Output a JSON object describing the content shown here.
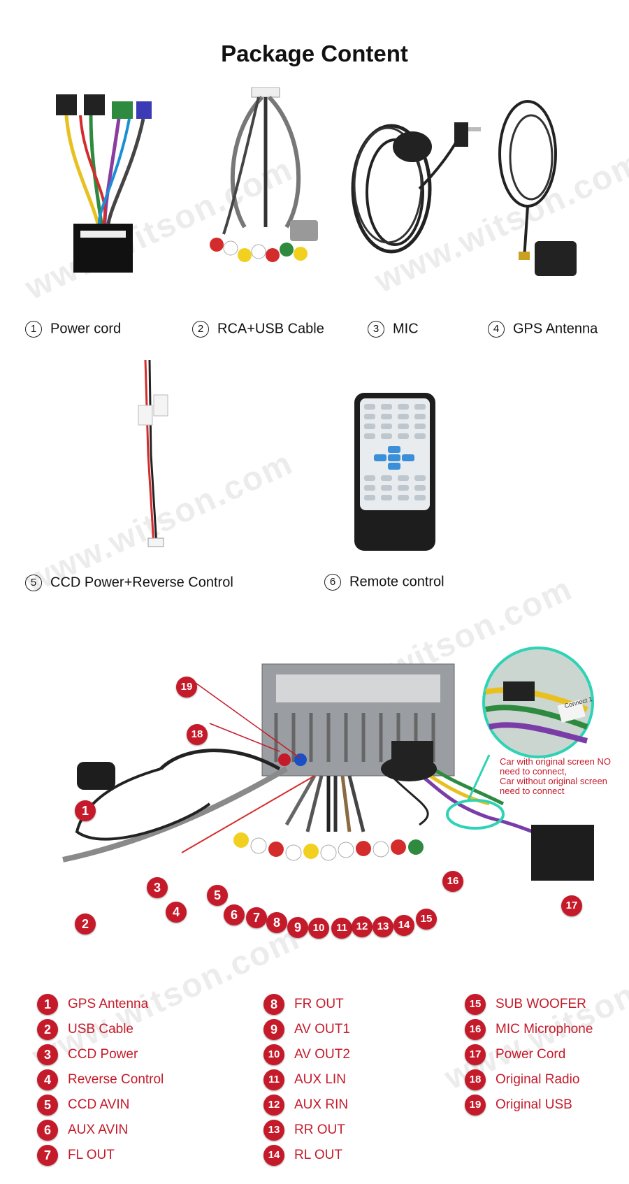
{
  "title": "Package Content",
  "items": [
    {
      "num": "1",
      "label": "Power cord"
    },
    {
      "num": "2",
      "label": "RCA+USB Cable"
    },
    {
      "num": "3",
      "label": "MIC"
    },
    {
      "num": "4",
      "label": "GPS Antenna"
    },
    {
      "num": "5",
      "label": "CCD Power+Reverse Control"
    },
    {
      "num": "6",
      "label": "Remote control"
    }
  ],
  "watermark": "www.witson.com",
  "diagram": {
    "note": [
      "Car with original screen NO",
      "need to connect,",
      "Car without original screen",
      "need to connect"
    ],
    "sticker": "Connect 1",
    "badges": [
      "1",
      "2",
      "3",
      "4",
      "5",
      "6",
      "7",
      "8",
      "9",
      "10",
      "11",
      "12",
      "13",
      "14",
      "15",
      "16",
      "17",
      "18",
      "19"
    ]
  },
  "legend": {
    "col1": [
      {
        "num": "1",
        "label": "GPS Antenna"
      },
      {
        "num": "2",
        "label": "USB Cable"
      },
      {
        "num": "3",
        "label": "CCD Power"
      },
      {
        "num": "4",
        "label": "Reverse Control"
      },
      {
        "num": "5",
        "label": "CCD AVIN"
      },
      {
        "num": "6",
        "label": "AUX AVIN"
      },
      {
        "num": "7",
        "label": "FL OUT"
      }
    ],
    "col2": [
      {
        "num": "8",
        "label": "FR OUT"
      },
      {
        "num": "9",
        "label": "AV OUT1"
      },
      {
        "num": "10",
        "label": "AV OUT2"
      },
      {
        "num": "11",
        "label": "AUX LIN"
      },
      {
        "num": "12",
        "label": "AUX RIN"
      },
      {
        "num": "13",
        "label": "RR OUT"
      },
      {
        "num": "14",
        "label": "RL OUT"
      }
    ],
    "col3": [
      {
        "num": "15",
        "label": "SUB WOOFER"
      },
      {
        "num": "16",
        "label": "MIC Microphone"
      },
      {
        "num": "17",
        "label": "Power Cord"
      },
      {
        "num": "18",
        "label": "Original Radio"
      },
      {
        "num": "19",
        "label": "Original USB"
      }
    ]
  },
  "colors": {
    "badge": "#c51a2a",
    "callout": "#2ed3b5",
    "text": "#111111"
  }
}
